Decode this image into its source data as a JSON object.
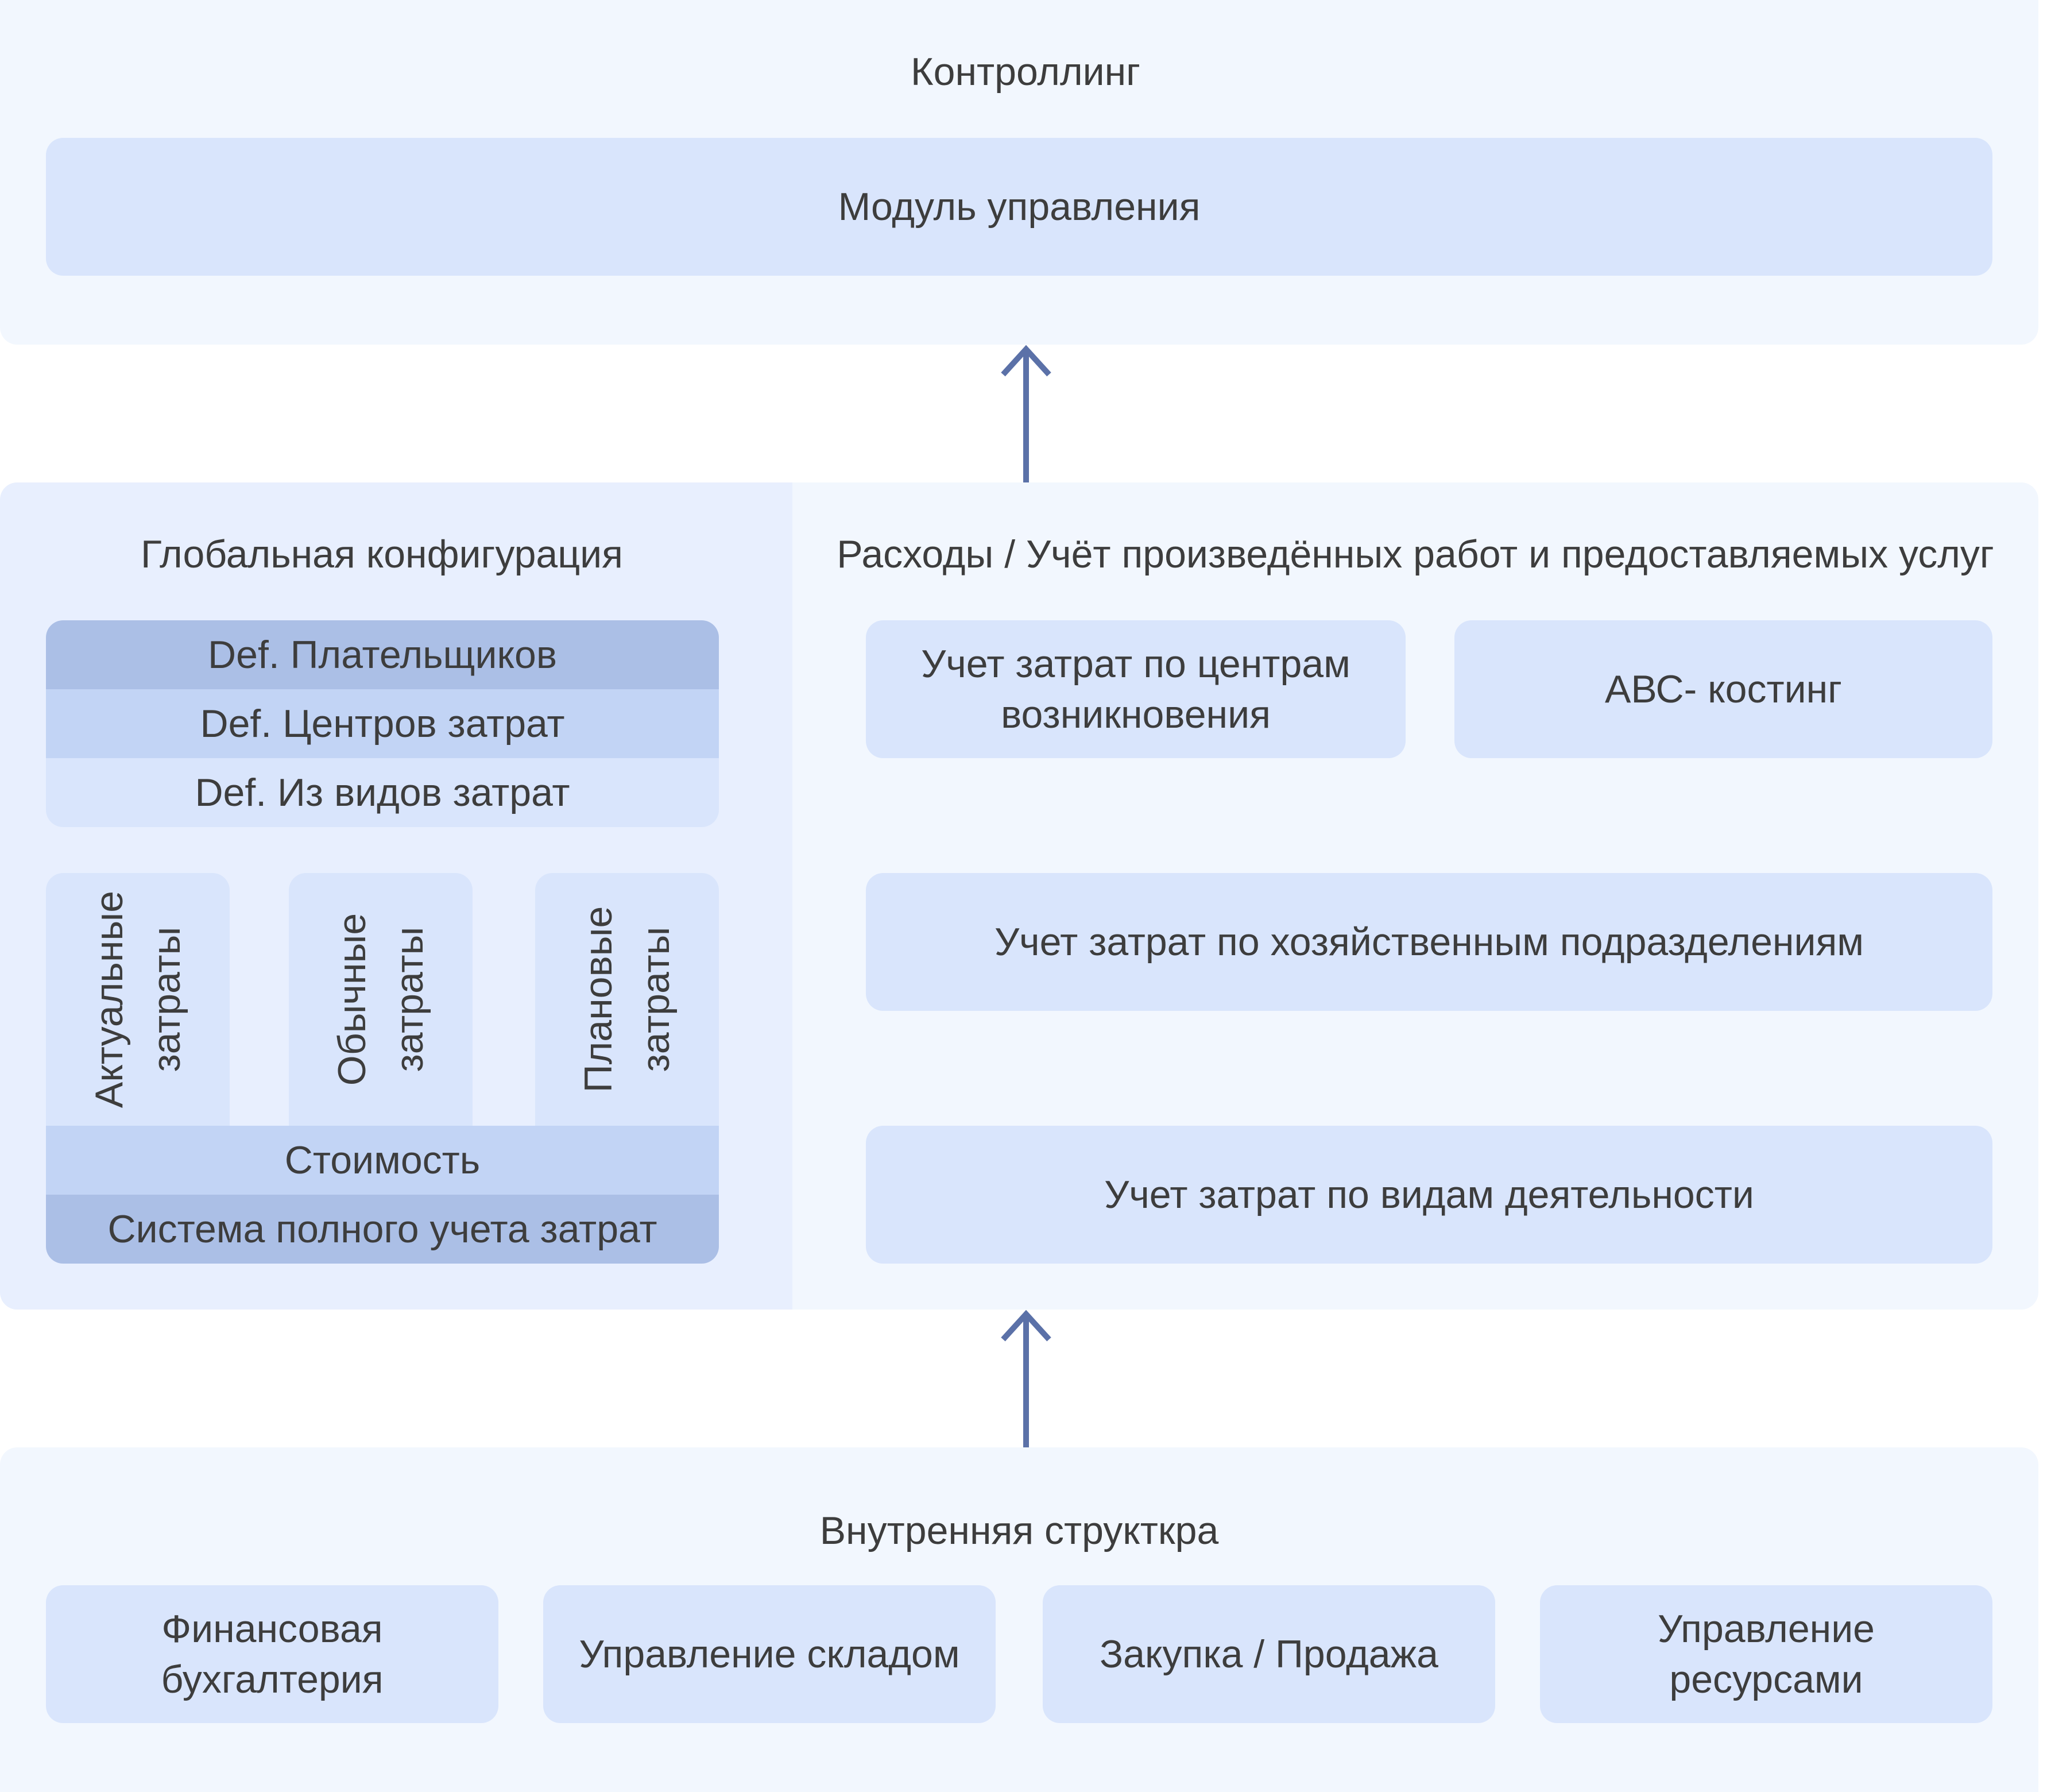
{
  "controlling": {
    "title": "Контроллинг",
    "module": "Модуль управления"
  },
  "global_config": {
    "title": "Глобальная конфигурация",
    "defs": [
      "Def. Плательщиков",
      "Def. Центров затрат",
      "Def. Из видов затрат"
    ],
    "columns": [
      {
        "line1": "Актуальные",
        "line2": "затраты"
      },
      {
        "line1": "Обычные",
        "line2": "затраты"
      },
      {
        "line1": "Плановые",
        "line2": "затраты"
      }
    ],
    "cost": "Стоимость",
    "full_system": "Система полного учета затрат"
  },
  "expenses": {
    "title": "Расходы / Учёт произведённых работ и предоставляемых услуг",
    "cost_centers_line1": "Учет затрат по центрам",
    "cost_centers_line2": "возникновения",
    "abc": "АВС- костинг",
    "business_units": "Учет затрат по хозяйственным подразделениям",
    "activity_types": "Учет затрат по видам деятельности"
  },
  "internal": {
    "title": "Внутренняя структкра",
    "items": [
      {
        "line1": "Финансовая",
        "line2": "бухгалтерия"
      },
      {
        "line1": "Управление складом",
        "line2": ""
      },
      {
        "line1": "Закупка / Продажа",
        "line2": ""
      },
      {
        "line1": "Управление",
        "line2": "ресурсами"
      }
    ]
  },
  "colors": {
    "panel": "#f2f7fe",
    "panel_left": "#e8effe",
    "box": "#d9e5fc",
    "row_medium": "#c2d4f5",
    "row_dark": "#abbfe6",
    "arrow": "#5b71a8",
    "text": "#3d3d3d"
  },
  "icons": [
    "arrow-up-icon",
    "arrow-up-icon"
  ]
}
